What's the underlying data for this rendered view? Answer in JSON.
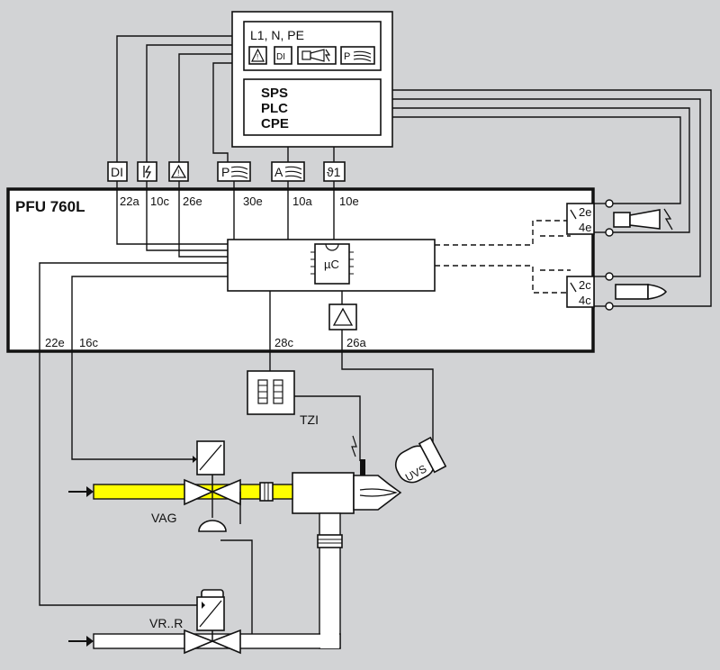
{
  "controller": {
    "power_label": "L1, N, PE",
    "plc_lines": [
      "SPS",
      "PLC",
      "CPE"
    ],
    "icons": [
      "warning-icon",
      "di-icon",
      "horn-icon",
      "p-flame-icon"
    ]
  },
  "unit": {
    "title": "PFU 760L",
    "micro_label": "µC",
    "top_pins": [
      "22a",
      "10c",
      "26e",
      "30e",
      "10a",
      "10e"
    ],
    "bottom_pins": [
      "22e",
      "16c",
      "28c",
      "26a"
    ],
    "right_pins": [
      "2e",
      "4e",
      "2c",
      "4c"
    ]
  },
  "inputs": {
    "di": "DI",
    "warning": "!",
    "p_flame": "P",
    "a_flame": "A",
    "temp": "ϑ1"
  },
  "components": {
    "ignition_transformer": "TZI",
    "uv_sensor": "UVS",
    "air_valve": "VAG",
    "gas_valve": "VR..R"
  },
  "colors": {
    "gas_pipe": "#ffff00",
    "background": "#d2d3d5"
  }
}
